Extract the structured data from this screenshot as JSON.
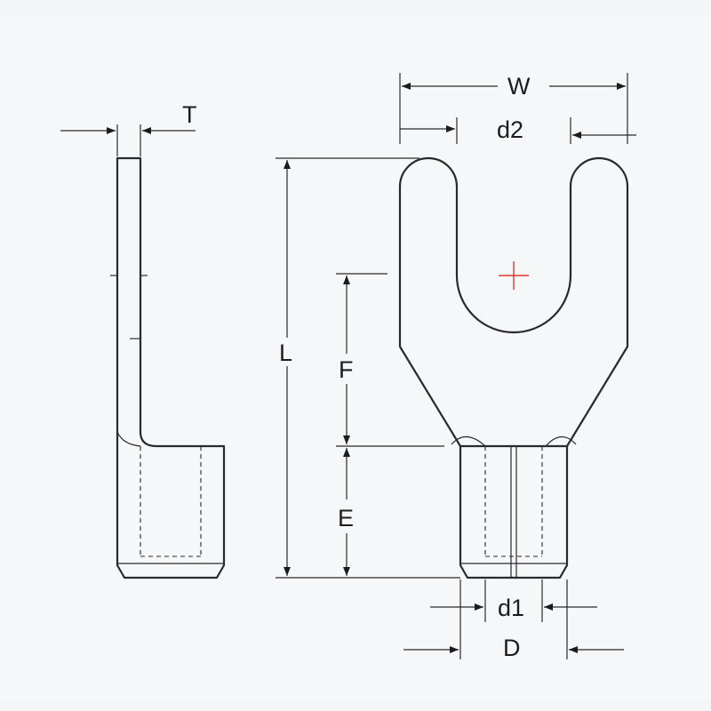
{
  "labels": {
    "T": "T",
    "W": "W",
    "d2": "d2",
    "L": "L",
    "F": "F",
    "E": "E",
    "d1": "d1",
    "D": "D"
  },
  "colors": {
    "background": "#f4f5f7",
    "line": "#2a2a2a",
    "center_mark": "#e0392b"
  }
}
